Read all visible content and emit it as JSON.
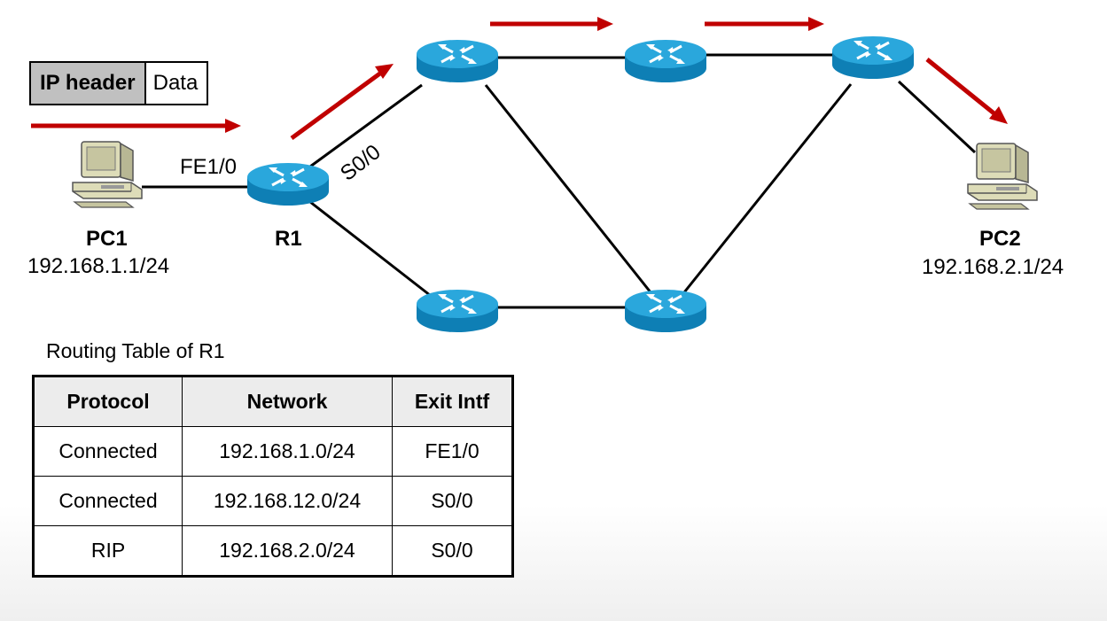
{
  "packet": {
    "header": "IP header",
    "data": "Data"
  },
  "pc1": {
    "name": "PC1",
    "ip": "192.168.1.1/24"
  },
  "pc2": {
    "name": "PC2",
    "ip": "192.168.2.1/24"
  },
  "r1": {
    "name": "R1",
    "fe_intf": "FE1/0",
    "s_intf": "S0/0"
  },
  "routing_table": {
    "title": "Routing Table of R1",
    "headers": [
      "Protocol",
      "Network",
      "Exit Intf"
    ],
    "rows": [
      [
        "Connected",
        "192.168.1.0/24",
        "FE1/0"
      ],
      [
        "Connected",
        "192.168.12.0/24",
        "S0/0"
      ],
      [
        "RIP",
        "192.168.2.0/24",
        "S0/0"
      ]
    ]
  },
  "colors": {
    "arrow": "#c00000",
    "router_top": "#2aa7dc",
    "router_side": "#0e7fb5"
  }
}
